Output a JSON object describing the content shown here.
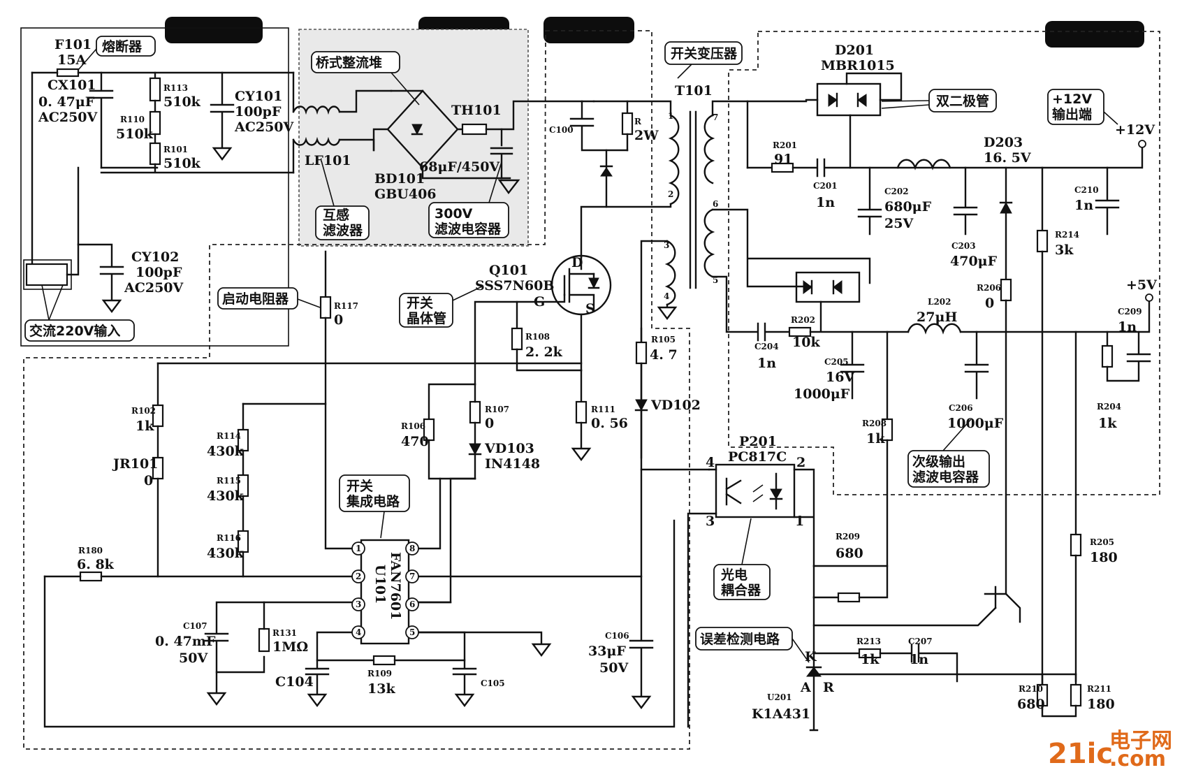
{
  "components": {
    "f101_ref": "F101",
    "f101_val": "15A",
    "cx101_ref": "CX101",
    "cx101_val1": "0. 47μF",
    "cx101_val2": "AC250V",
    "r113": "R113",
    "r113_val": "510k",
    "r110": "R110",
    "r110_val": "510k",
    "r101": "R101",
    "r101_val": "510k",
    "cy101_ref": "CY101",
    "cy101_v1": "100pF",
    "cy101_v2": "AC250V",
    "cy102_ref": "CY102",
    "cy102_v1": "100pF",
    "cy102_v2": "AC250V",
    "lf101": "LF101",
    "bd101": "BD101",
    "bd101_val": "GBU406",
    "th101": "TH101",
    "c_bulk": "68μF/450V",
    "c100": "C100",
    "r_snub": "R",
    "r_snub_val": "2W",
    "t101": "T101",
    "q101_ref": "Q101",
    "q101_val": "SSS7N60B",
    "pin_d": "D",
    "pin_g": "G",
    "pin_s": "S",
    "r117": "R117",
    "r117_val": "0",
    "r108": "R108",
    "r108_val": "2. 2k",
    "r111": "R111",
    "r111_val": "0. 56",
    "r107": "R107",
    "r107_val": "0",
    "r106": "R106",
    "r106_val": "470",
    "vd103": "VD103",
    "vd103_val": "IN4148",
    "r102": "R102",
    "r102_val": "1k",
    "jr101": "JR101",
    "jr101_val": "0",
    "r114": "R114",
    "r114_val": "430k",
    "r115": "R115",
    "r115_val": "430k",
    "r116": "R116",
    "r116_val": "430k",
    "r180": "R180",
    "r180_val": "6. 8k",
    "c107": "C107",
    "c107_val1": "0. 47mF",
    "c107_val2": "50V",
    "r131": "R131",
    "r131_val": "1MΩ",
    "c104": "C104",
    "r109": "R109",
    "r109_val": "13k",
    "c105": "C105",
    "u101_ref": "U101",
    "u101_val": "FAN7601",
    "r105": "R105",
    "r105_val": "4. 7",
    "vd102": "VD102",
    "c106": "C106",
    "c106_val1": "33μF",
    "c106_val2": "50V",
    "d201_ref": "D201",
    "d201_val": "MBR1015",
    "r201": "R201",
    "r201_val": "91",
    "c201": "C201",
    "c201_val": "1n",
    "c202": "C202",
    "c202_val1": "680μF",
    "c202_val2": "25V",
    "c203": "C203",
    "c203_val": "470μF",
    "d203_ref": "D203",
    "d203_val": "16. 5V",
    "c210": "C210",
    "c210_val": "1n",
    "r214": "R214",
    "r214_val": "3k",
    "r206": "R206",
    "r206_val": "0",
    "v12_out": "+12V",
    "v5_out": "+5V",
    "c204": "C204",
    "c204_val": "1n",
    "r202": "R202",
    "r202_val": "10k",
    "c205": "C205",
    "c205_val1": "16V",
    "c205_val2": "1000μF",
    "l202": "L202",
    "l202_val": "27μH",
    "c206": "C206",
    "c206_val": "1000μF",
    "c209": "C209",
    "c209_val": "1n",
    "r204": "R204",
    "r204_val": "1k",
    "r208": "R208",
    "r208_val": "1k",
    "p201_ref": "P201",
    "p201_val": "PC817C",
    "r209": "R209",
    "r209_val": "680",
    "r205": "R205",
    "r205_val": "180",
    "r213": "R213",
    "r213_val": "1k",
    "c207": "C207",
    "c207_val": "1n",
    "u201_ref": "U201",
    "u201_val": "K1A431",
    "pin_k": "K",
    "pin_a": "A",
    "pin_r": "R",
    "r210": "R210",
    "r210_val": "680",
    "r211": "R211",
    "r211_val": "180",
    "tp1": "1",
    "tp2": "2",
    "tp3": "3",
    "tp4": "4",
    "tp5": "5",
    "tp6": "6",
    "tp7": "7",
    "u1": "1",
    "u2": "2",
    "u3": "3",
    "u4": "4",
    "u5": "5",
    "u6": "6",
    "u7": "7",
    "u8": "8",
    "op1": "1",
    "op2": "2",
    "op3": "3",
    "op4": "4"
  },
  "callouts": {
    "fuse": "熔断器",
    "bridge": "桥式整流堆",
    "ac_input": "交流220V输入",
    "common_mode": "互感滤波器",
    "filter_cap": "300V滤波电容器",
    "transformer": "开关变压器",
    "start_resistor": "启动电阻器",
    "switch_tube": "开关晶体管",
    "switch_ic": "开关集成电路",
    "dual_diode": "双二极管",
    "out12": "+12V输出端",
    "secondary_caps": "次级输出滤波电容器",
    "optocoupler": "光电耦合器",
    "error_detect": "误差检测电路"
  },
  "watermark": {
    "brand": "21ic",
    "cn": "电子网",
    "domain": ".com"
  }
}
